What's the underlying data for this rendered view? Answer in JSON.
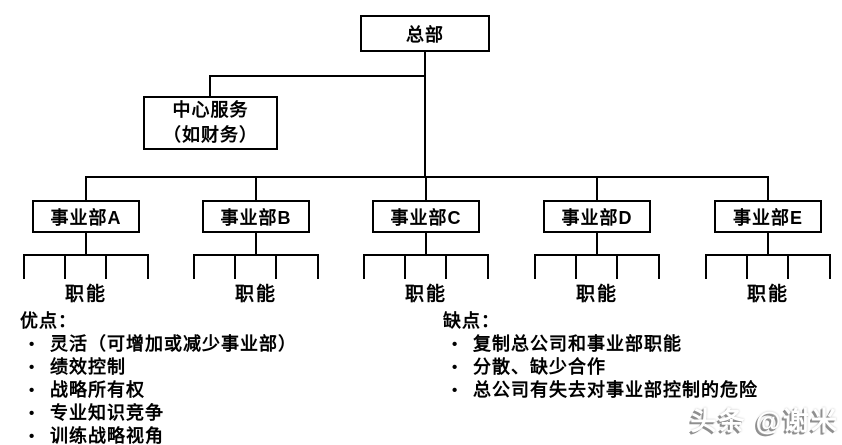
{
  "diagram": {
    "root": {
      "label": "总部"
    },
    "central_service": {
      "line1": "中心服务",
      "line2": "（如财务）"
    },
    "divisions": [
      {
        "label": "事业部A"
      },
      {
        "label": "事业部B"
      },
      {
        "label": "事业部C"
      },
      {
        "label": "事业部D"
      },
      {
        "label": "事业部E"
      }
    ],
    "function_label": "职能"
  },
  "pros": {
    "title": "优点：",
    "bullet": "•",
    "items": [
      "灵活（可增加或减少事业部）",
      "绩效控制",
      "战略所有权",
      "专业知识竞争",
      "训练战略视角"
    ]
  },
  "cons": {
    "title": "缺点：",
    "bullet": "•",
    "items": [
      "复制总公司和事业部职能",
      "分散、缺少合作",
      "总公司有失去对事业部控制的危险"
    ]
  },
  "watermark": {
    "text": "头条 @谢米"
  },
  "colors": {
    "line": "#000000",
    "background": "#ffffff",
    "watermark_text": "#ffffff"
  }
}
